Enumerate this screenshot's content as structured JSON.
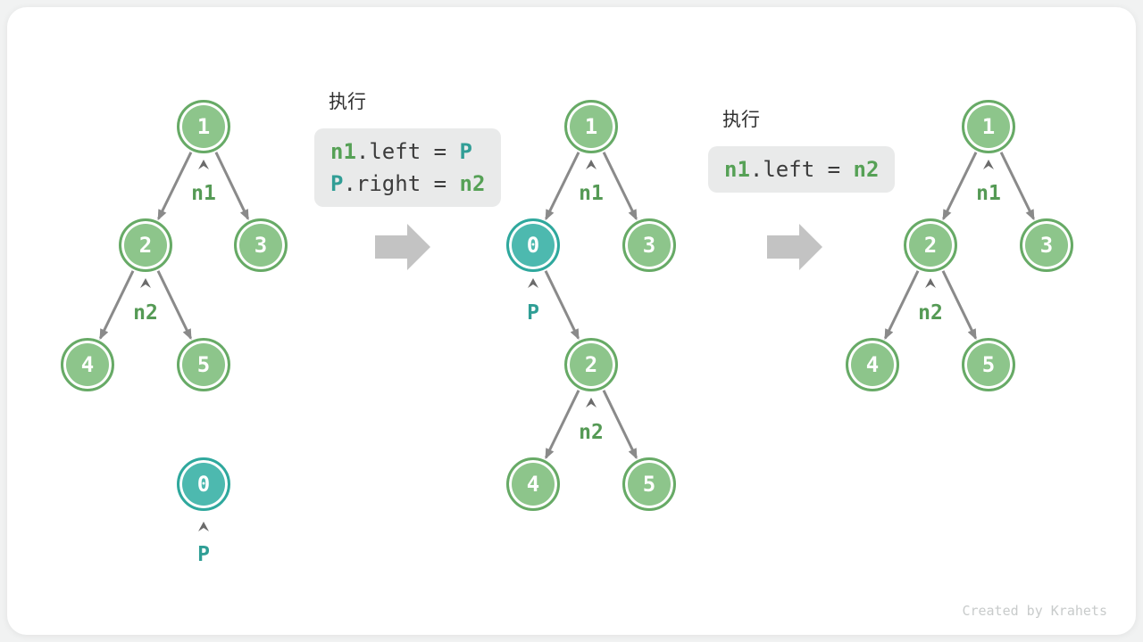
{
  "colors": {
    "node_green_fill": "#8dc58b",
    "node_green_border": "#67aa66",
    "node_teal_fill": "#4db9af",
    "node_teal_border": "#2fa89d",
    "pointer_green": "#559a55",
    "pointer_teal": "#2f9e95",
    "edge_gray": "#8a8a8a",
    "big_arrow_gray": "#c3c3c3",
    "code_box_bg": "#e9eaea"
  },
  "code_panels": [
    {
      "heading": "执行",
      "lines": [
        {
          "tokens": [
            {
              "text": "n1"
            },
            {
              "text": ".left = "
            },
            {
              "text": "P"
            }
          ]
        },
        {
          "tokens": [
            {
              "text": "P"
            },
            {
              "text": ".right = "
            },
            {
              "text": "n2"
            }
          ]
        }
      ]
    },
    {
      "heading": "执行",
      "lines": [
        {
          "tokens": [
            {
              "text": "n1"
            },
            {
              "text": ".left = "
            },
            {
              "text": "n2"
            }
          ]
        }
      ]
    }
  ],
  "trees": [
    {
      "name": "initial-tree",
      "nodes": [
        {
          "value": "1"
        },
        {
          "value": "2"
        },
        {
          "value": "3"
        },
        {
          "value": "4"
        },
        {
          "value": "5"
        },
        {
          "value": "0"
        }
      ],
      "pointers": [
        {
          "label": "n1"
        },
        {
          "label": "n2"
        },
        {
          "label": "P"
        }
      ]
    },
    {
      "name": "after-insert-tree",
      "nodes": [
        {
          "value": "1"
        },
        {
          "value": "0"
        },
        {
          "value": "3"
        },
        {
          "value": "2"
        },
        {
          "value": "4"
        },
        {
          "value": "5"
        }
      ],
      "pointers": [
        {
          "label": "n1"
        },
        {
          "label": "P"
        },
        {
          "label": "n2"
        }
      ]
    },
    {
      "name": "after-remove-tree",
      "nodes": [
        {
          "value": "1"
        },
        {
          "value": "2"
        },
        {
          "value": "3"
        },
        {
          "value": "4"
        },
        {
          "value": "5"
        }
      ],
      "pointers": [
        {
          "label": "n1"
        },
        {
          "label": "n2"
        }
      ]
    }
  ],
  "footer": {
    "credit": "Created by Krahets"
  }
}
